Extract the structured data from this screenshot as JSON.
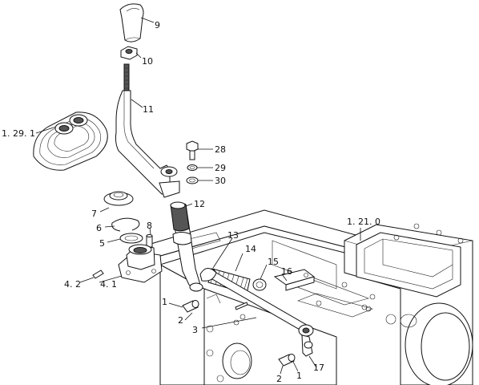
{
  "diagram": {
    "callouts": [
      {
        "id": "c9",
        "text": "9"
      },
      {
        "id": "c10",
        "text": "10"
      },
      {
        "id": "c11",
        "text": "11"
      },
      {
        "id": "c129",
        "text": "1. 29. 1"
      },
      {
        "id": "c28",
        "text": "28"
      },
      {
        "id": "c29",
        "text": "29"
      },
      {
        "id": "c30",
        "text": "30"
      },
      {
        "id": "c12",
        "text": "12"
      },
      {
        "id": "c7",
        "text": "7"
      },
      {
        "id": "c6",
        "text": "6"
      },
      {
        "id": "c5",
        "text": "5"
      },
      {
        "id": "c8",
        "text": "8"
      },
      {
        "id": "c42",
        "text": "4. 2"
      },
      {
        "id": "c41",
        "text": "4. 1"
      },
      {
        "id": "c13",
        "text": "13"
      },
      {
        "id": "c14",
        "text": "14"
      },
      {
        "id": "c15",
        "text": "15"
      },
      {
        "id": "c16",
        "text": "16"
      },
      {
        "id": "c1210",
        "text": "1. 21. 0"
      },
      {
        "id": "c1a",
        "text": "1"
      },
      {
        "id": "c2a",
        "text": "2"
      },
      {
        "id": "c3",
        "text": "3"
      },
      {
        "id": "c2b",
        "text": "2"
      },
      {
        "id": "c1b",
        "text": "1"
      },
      {
        "id": "c17",
        "text": "17"
      }
    ]
  }
}
